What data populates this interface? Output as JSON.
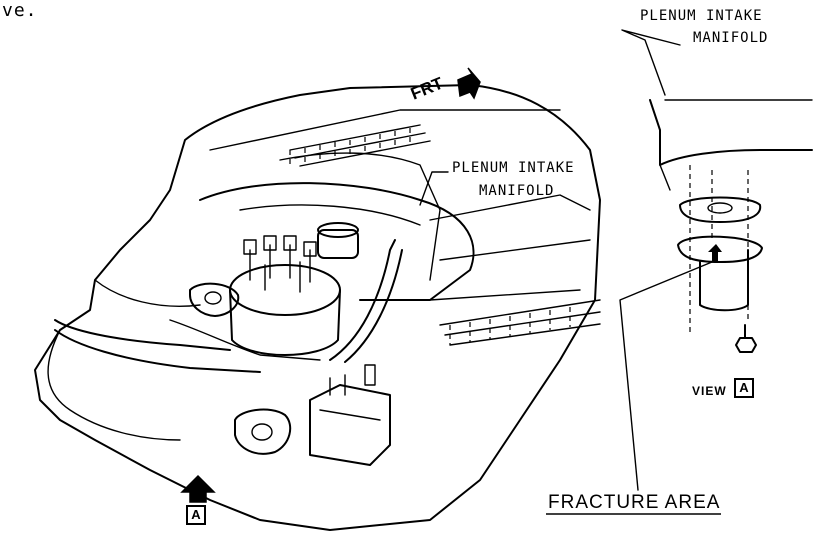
{
  "top_left_fragment": "ve.",
  "labels": {
    "plenum_view_line1": "PLENUM INTAKE",
    "plenum_view_line2": "MANIFOLD",
    "plenum_main_line1": "PLENUM INTAKE",
    "plenum_main_line2": "MANIFOLD",
    "front": "FRT",
    "view_a_text": "VIEW",
    "view_a_letter": "A",
    "arrow_a_letter": "A",
    "fracture_area": "FRACTURE AREA"
  }
}
